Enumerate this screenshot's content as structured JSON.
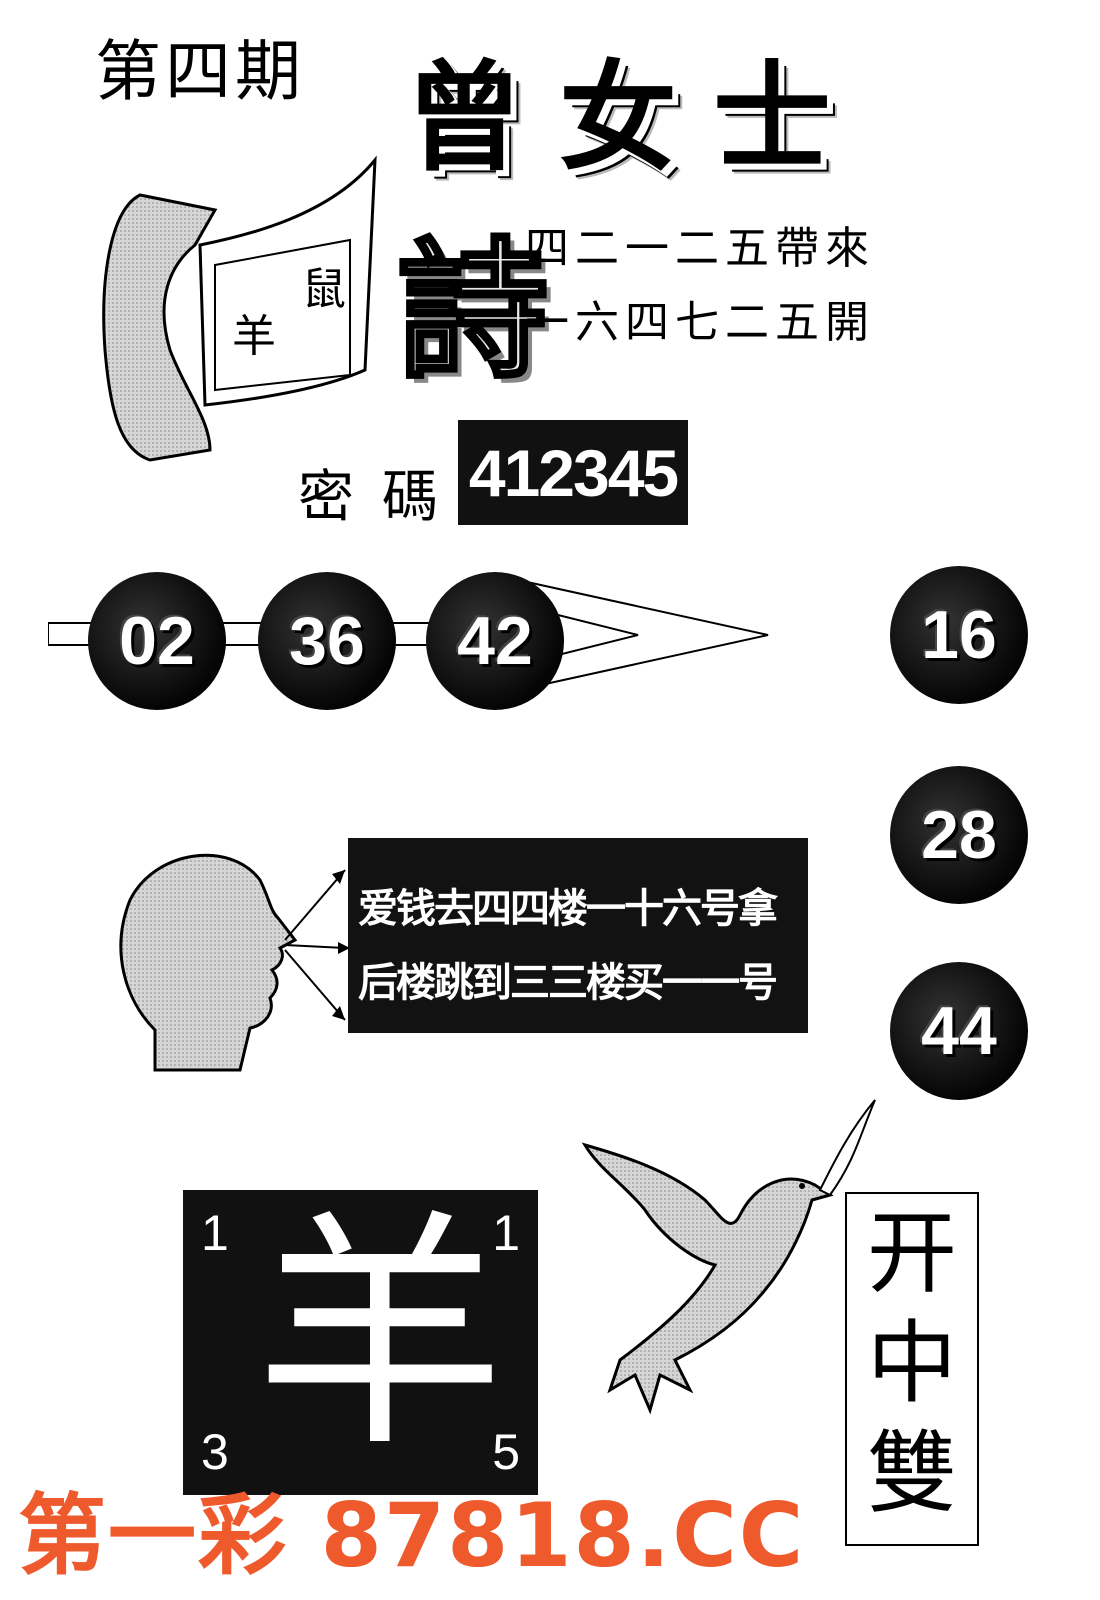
{
  "header": {
    "issue": "第四期",
    "title": "曾女士"
  },
  "poem": {
    "label_char": "詩",
    "line1": "四二一二五帶來",
    "line2": "一六四七二五開"
  },
  "phone_paper": {
    "char_top": "鼠",
    "char_bottom": "羊"
  },
  "code": {
    "label": "密碼",
    "value": "412345"
  },
  "balls": {
    "row": [
      "02",
      "36",
      "42"
    ],
    "column": [
      "16",
      "28",
      "44"
    ]
  },
  "message": {
    "line1": "爱钱去四四楼一十六号拿",
    "line2": "后楼跳到三三楼买一一号"
  },
  "sheep_box": {
    "char": "羊",
    "top_left": "1",
    "top_right": "1",
    "bottom_left": "3",
    "bottom_right": "5"
  },
  "vertical_box": {
    "chars": [
      "开",
      "中",
      "雙"
    ]
  },
  "watermark": "第一彩 87818.CC",
  "colors": {
    "watermark": "#ef5a2c",
    "box_bg": "#111111"
  },
  "icons": [
    "phone-receiver-icon",
    "head-speaking-icon",
    "dove-icon",
    "arrow-icon"
  ]
}
